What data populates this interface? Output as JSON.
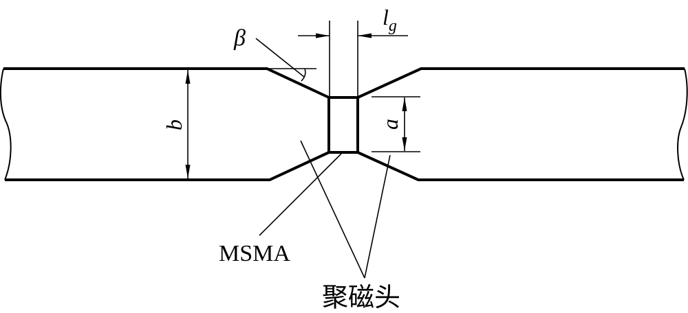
{
  "figure": {
    "labels": {
      "beta": "β",
      "gap_length_main": "l",
      "gap_length_sub": "g",
      "width_b": "b",
      "width_a": "a",
      "msma": "MSMA",
      "pole_heads": "聚磁头"
    },
    "colors": {
      "stroke": "#000000",
      "background": "#ffffff"
    }
  }
}
